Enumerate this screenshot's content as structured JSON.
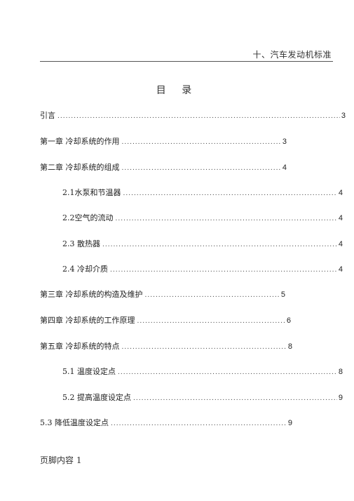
{
  "header": {
    "text": "十、汽车发动机标准"
  },
  "title": "目 录",
  "toc": [
    {
      "label": "引言",
      "page": "3"
    },
    {
      "label": "第一章   冷却系统的作用",
      "page": "3"
    },
    {
      "label": "第二章   冷却系统的组成",
      "page": "4"
    },
    {
      "label": "2.1水泵和节温器",
      "page": "4"
    },
    {
      "label": "2.2空气的流动",
      "page": "4"
    },
    {
      "label": "2.3 散热器",
      "page": "4"
    },
    {
      "label": "2.4 冷却介质",
      "page": "4"
    },
    {
      "label": "第三章   冷却系统的构造及维护",
      "page": "5"
    },
    {
      "label": "第四章   冷却系统的工作原理",
      "page": "6"
    },
    {
      "label": "第五章   冷却系统的特点",
      "page": "8"
    },
    {
      "label": "5.1 温度设定点",
      "page": "8"
    },
    {
      "label": "5.2  提高温度设定点",
      "page": "9"
    },
    {
      "label": "5.3  降低温度设定点",
      "page": "9"
    }
  ],
  "footer": {
    "text": "页脚内容 1"
  }
}
